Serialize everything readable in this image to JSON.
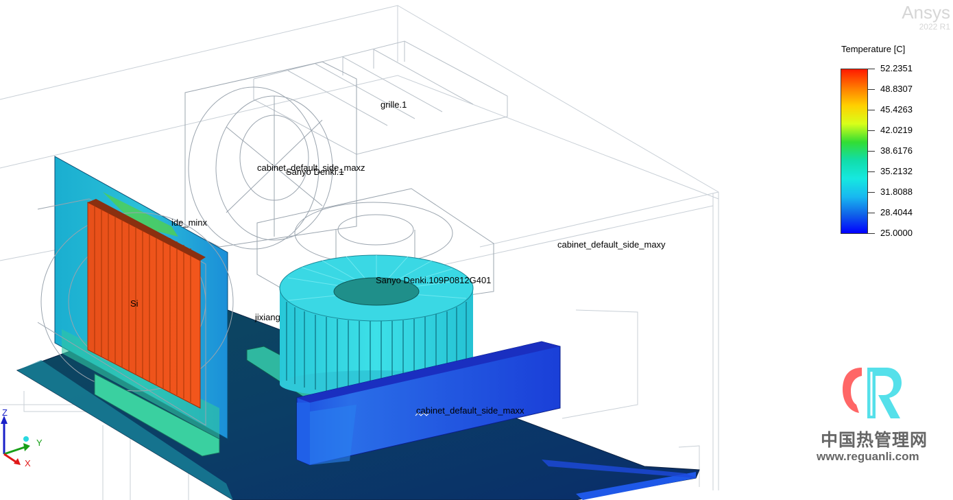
{
  "brand": {
    "name": "Ansys",
    "version": "2022 R1"
  },
  "legend": {
    "title": "Temperature [C]",
    "ticks": [
      "52.2351",
      "48.8307",
      "45.4263",
      "42.0219",
      "38.6176",
      "35.2132",
      "31.8088",
      "28.4044",
      "25.0000"
    ],
    "colors": [
      "#ff1a00",
      "#ff7a00",
      "#ffd000",
      "#d8ff1a",
      "#33dd33",
      "#11ddaa",
      "#16e8e0",
      "#18b8f0",
      "#1060e8",
      "#0000ff"
    ]
  },
  "labels": {
    "grille": "grille.1",
    "side_maxz": "cabinet_default_side_maxz",
    "sanyo_fan": "Sanyo Denki.1",
    "side_minx": "ide_minx",
    "side_maxy": "cabinet_default_side_maxy",
    "sanyo_part": "Sanyo Denki.109P0812G401",
    "si": "Si",
    "jixiang": "jixiang",
    "side_maxx": "cabinet_default_side_maxx"
  },
  "axes": {
    "z": "Z",
    "y": "Y",
    "x": "X"
  },
  "watermark": {
    "cn": "中国热管理网",
    "url": "www.reguanli.com",
    "logo_colors": [
      "#ff6a6a",
      "#4adfe8"
    ]
  }
}
